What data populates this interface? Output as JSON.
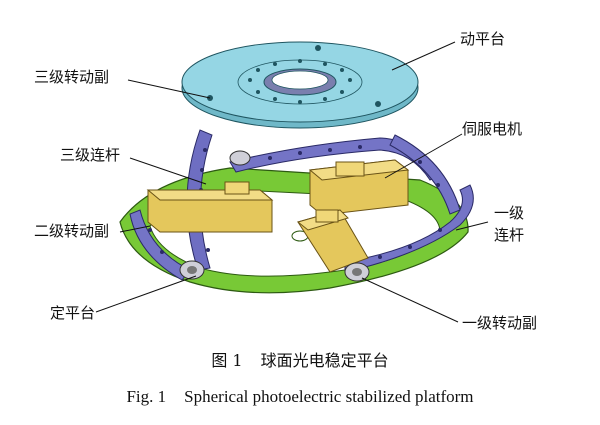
{
  "labels": {
    "moving_platform": "动平台",
    "third_joint": "三级转动副",
    "servo_motor": "伺服电机",
    "third_link": "三级连杆",
    "first_link_line1": "一级",
    "first_link_line2": "连杆",
    "second_joint": "二级转动副",
    "fixed_platform": "定平台",
    "first_joint": "一级转动副"
  },
  "caption": {
    "cn_number": "图 1",
    "cn_title": "球面光电稳定平台",
    "en_number": "Fig. 1",
    "en_title": "Spherical photoelectric stabilized platform"
  },
  "colors": {
    "moving_platform": "#8fd3e0",
    "fixed_platform": "#7fcf3a",
    "links": "#6f6fc0",
    "motors": "#e2c35a",
    "leader_lines": "#111111"
  }
}
